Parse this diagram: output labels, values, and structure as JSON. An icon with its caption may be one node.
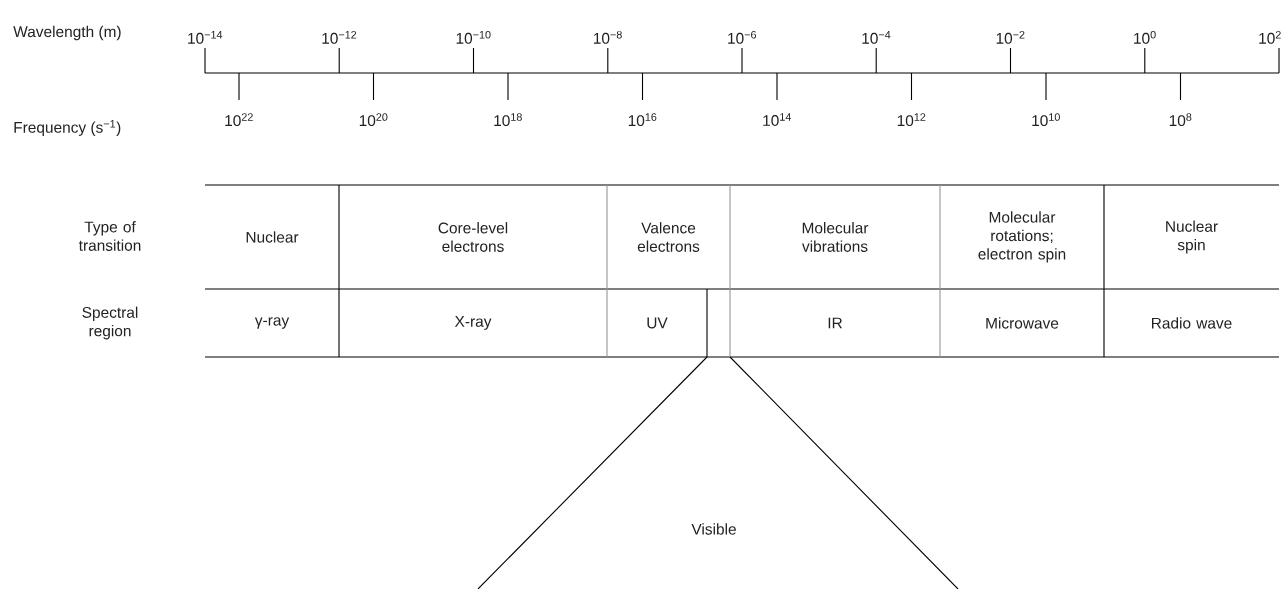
{
  "diagram": {
    "labels": [
      "Wavelength (m)",
      "10$^{−14}$",
      "10$^{−12}$",
      "10$^{−10}$",
      "10$^{−8}$",
      "10$^{−6}$",
      "10$^{−4}$",
      "10$^{−2}$",
      "10$^{0}$",
      "10$^{2}$",
      "Frequency (s$^{−1}$)",
      "10$^{22}$",
      "10$^{20}$",
      "10$^{18}$",
      "10$^{16}$",
      "10$^{14}$",
      "10$^{12}$",
      "10$^{10}$",
      "10$^{8}$",
      "Type of transition",
      "Nuclear",
      "Core-level electrons",
      "Valence electrons",
      "Molecular vibrations",
      "Molecular rotations; electron spin",
      "Nuclear spin",
      "Spectral region",
      "γ-ray",
      "X-ray",
      "UV",
      "IR",
      "Microwave",
      "Radio wave",
      "Visible"
    ]
  }
}
